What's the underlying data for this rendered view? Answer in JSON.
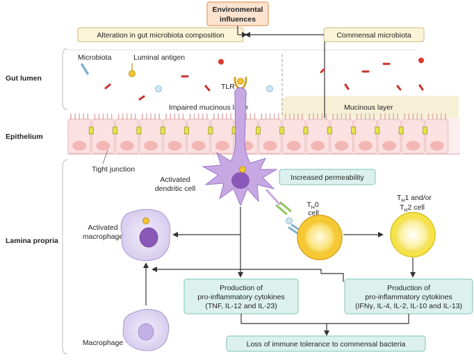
{
  "header": {
    "environmental_line1": "Environmental",
    "environmental_line2": "influences",
    "alteration": "Alteration in gut microbiota composition",
    "commensal": "Commensal microbiota"
  },
  "regions": {
    "gut_lumen": "Gut lumen",
    "epithelium": "Epithelium",
    "lamina_propria": "Lamina propria"
  },
  "labels": {
    "microbiota": "Microbiota",
    "luminal_antigen": "Luminal antigen",
    "tlr": "TLR",
    "impaired_mucinous": "Impaired mucinous layer",
    "mucinous": "Mucinous layer",
    "tight_junction": "Tight junction",
    "activated_dc_1": "Activated",
    "activated_dc_2": "dendritic cell",
    "increased_permeability": "Increased permeability",
    "th0_line1_main": "T",
    "th0_line1_sub": "H",
    "th0_line1_end": "0",
    "th0_line2": "cell",
    "th12_line1_main": "T",
    "th12_line1_sub": "H",
    "th12_line1_end": "1 and/or",
    "th12_line2_main": "T",
    "th12_line2_sub": "H",
    "th12_line2_end": "2 cell",
    "activated_macro_1": "Activated",
    "activated_macro_2": "macrophage",
    "macrophage": "Macrophage"
  },
  "boxes": {
    "left_cytokines_1": "Production of",
    "left_cytokines_2": "pro-inflammatory cytokines",
    "left_cytokines_3": "(TNF, IL-12 and IL-23)",
    "right_cytokines_1": "Production of",
    "right_cytokines_2": "pro-inflammatory cytokines",
    "right_cytokines_3": "(IFNγ, IL-4, IL-2, IL-10 and IL-13)",
    "tolerance": "Loss of immune tolerance to commensal bacteria"
  },
  "colors": {
    "orange_box": "#fbe3cf",
    "orange_stroke": "#e39a5f",
    "cream_box": "#fbf4d8",
    "cream_stroke": "#c9b97a",
    "teal_box": "#dcf1ee",
    "teal_stroke": "#7cc3b8",
    "cell_pink": "#f7dcdc",
    "cell_nucleus": "#f2b7b4",
    "dc_purple": "#c7a8e3",
    "dc_nucleus": "#8a58b8",
    "th_yellow": "#f6c934"
  }
}
